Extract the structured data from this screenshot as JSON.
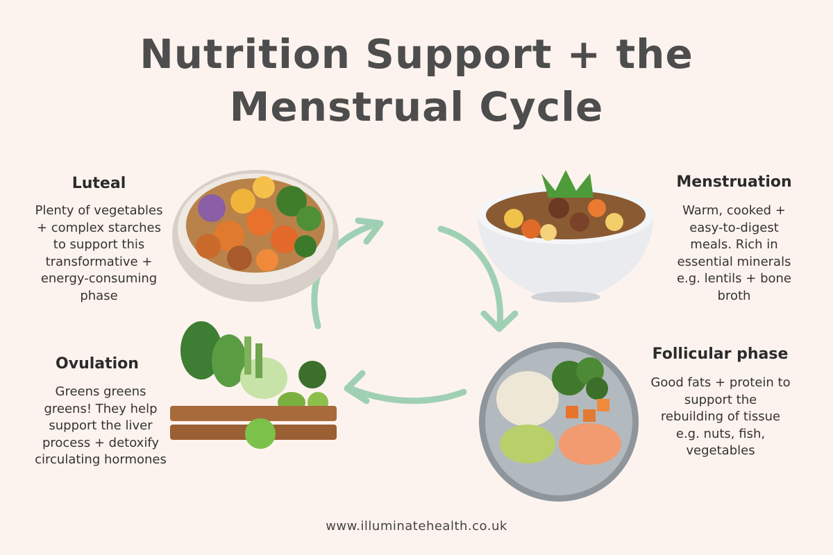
{
  "title": {
    "line1": "Nutrition Support + the",
    "line2": "Menstrual Cycle"
  },
  "phases": {
    "luteal": {
      "heading": "Luteal",
      "lines": [
        "Plenty of vegetables",
        "+ complex starches",
        "to support this",
        "transformative +",
        "energy-consuming",
        "phase"
      ]
    },
    "menstruation": {
      "heading": "Menstruation",
      "lines": [
        "Warm, cooked +",
        "easy-to-digest",
        "meals. Rich in",
        "essential minerals",
        "e.g. lentils + bone",
        "broth"
      ]
    },
    "ovulation": {
      "heading": "Ovulation",
      "lines": [
        "Greens greens",
        "greens! They help",
        "support the liver",
        "process + detoxify",
        "circulating hormones"
      ]
    },
    "follicular": {
      "heading": "Follicular phase",
      "lines": [
        "Good fats + protein to",
        "support the",
        "rebuilding of tissue",
        "e.g. nuts, fish,",
        "vegetables"
      ]
    }
  },
  "footer": "www.illuminatehealth.co.uk",
  "colors": {
    "background": "#fdf3ee",
    "arrow": "#9fd0b4",
    "title": "#4d4d4d"
  }
}
